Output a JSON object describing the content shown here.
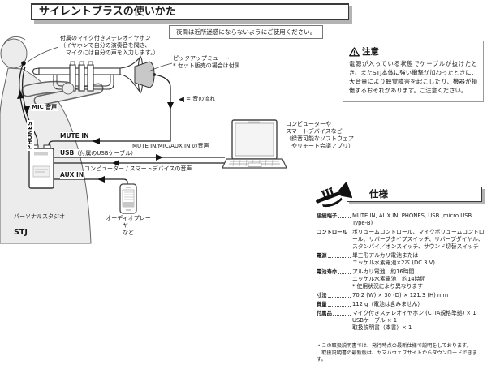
{
  "header": {
    "title": "サイレントブラスの使いかた"
  },
  "notices": {
    "night_use": "夜間は近所迷惑にならないようにご使用ください。",
    "caution_title": "注意",
    "caution_body": "電源が入っている状態でケーブルが抜けたとき、またSTJ本体に強い衝撃が加わったときに、大音量により聴覚障害を起こしたり、機器が損傷するおそれがあります。ご注意ください。"
  },
  "diagram": {
    "earphone_note": "付属のマイク付きステレオイヤホン\n（イヤホンで自分の演奏音を聞き、\n　マイクには自分の声を入力します。）",
    "pickup_mute_note": "ピックアップミュート\n* セット販売の場合は付属",
    "flow_legend_icon": "◀",
    "flow_legend_text": "= 音の流れ",
    "mic_label": "MIC 音声",
    "phones_label": "PHONES",
    "mute_in_label": "MUTE IN",
    "usb_label": "USB",
    "usb_cable_note": "（付属のUSBケーブル）",
    "to_computer_label": "MUTE IN/MIC/AUX IN の音声",
    "from_computer_label": "コンピューター / スマートデバイスの音声",
    "aux_in_label": "AUX IN",
    "device_type_label": "パーソナルスタジオ",
    "device_name": "STJ",
    "computer_note": "コンピューターや\nスマートデバイスなど\n（録音可能なソフトウェア\n　やリモート会議アプリ）",
    "audio_player_note": "オーディオプレーヤー\nなど"
  },
  "specs": {
    "title": "仕様",
    "rows": [
      {
        "label": "接続端子",
        "value": "MUTE IN, AUX IN, PHONES, USB (micro USB Type-B)"
      },
      {
        "label": "コントロール",
        "value": "ボリュームコントロール、マイクボリュームコントロール、リバーブタイプスイッチ、リバーブダイヤル、スタンバイ／オンスイッチ、サウンド切替スイッチ"
      },
      {
        "label": "電源",
        "value": "単三形アルカリ電池または\nニッケル水素電池×2本 (DC 3 V)"
      },
      {
        "label": "電池寿命",
        "value": "アルカリ電池　約16時間\nニッケル水素電池　約14時間\n* 使用状況により異なります"
      },
      {
        "label": "寸法",
        "value": "70.2 (W) × 30 (D) × 121.3 (H) mm"
      },
      {
        "label": "質量",
        "value": "112 g（電池は含みません）"
      },
      {
        "label": "付属品",
        "value": "マイク付きステレオイヤホン (CTIA規格準拠) × 1\nUSBケーブル × 1\n取扱説明書（本書）× 1"
      }
    ],
    "footnote": "・この取扱説明書では、発行時点の最新仕様で説明をしております。\n　取扱説明書の最新版は、ヤマハウェブサイトからダウンロードできます。"
  }
}
